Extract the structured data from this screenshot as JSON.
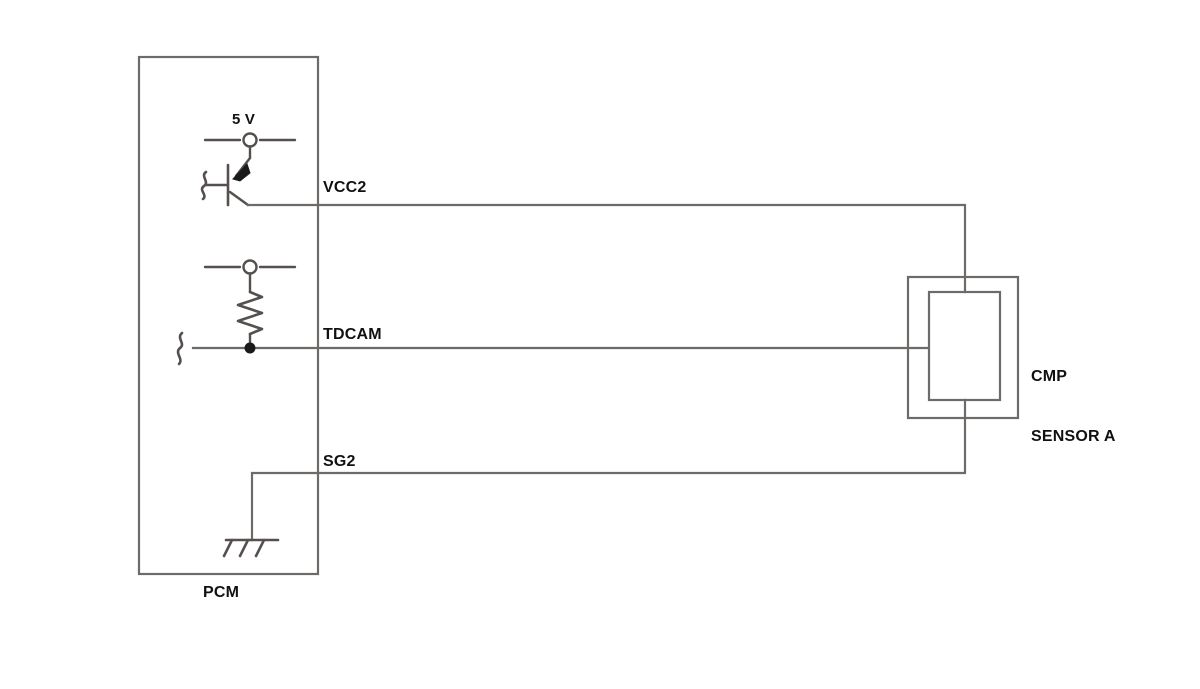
{
  "diagram": {
    "title": "CMP Sensor A circuit diagram",
    "modules": {
      "pcm": {
        "label": "PCM"
      },
      "sensor": {
        "label_line1": "CMP",
        "label_line2": "SENSOR A"
      }
    },
    "supply": {
      "label": "5 V"
    },
    "wires": [
      {
        "name": "vcc2",
        "label": "VCC2"
      },
      {
        "name": "tdcam",
        "label": "TDCAM"
      },
      {
        "name": "sg2",
        "label": "SG2"
      }
    ],
    "symbols": [
      {
        "name": "pnp-transistor"
      },
      {
        "name": "pull-up-resistor"
      },
      {
        "name": "chassis-ground"
      },
      {
        "name": "terminal-node-supply"
      },
      {
        "name": "terminal-node-resistor"
      },
      {
        "name": "junction-dot-tdcam"
      },
      {
        "name": "wire-break-base"
      },
      {
        "name": "wire-break-tdcam"
      }
    ],
    "colors": {
      "wire": "#6e6a67",
      "symbol": "#55504e",
      "text": "#111111",
      "background": "#ffffff"
    }
  }
}
